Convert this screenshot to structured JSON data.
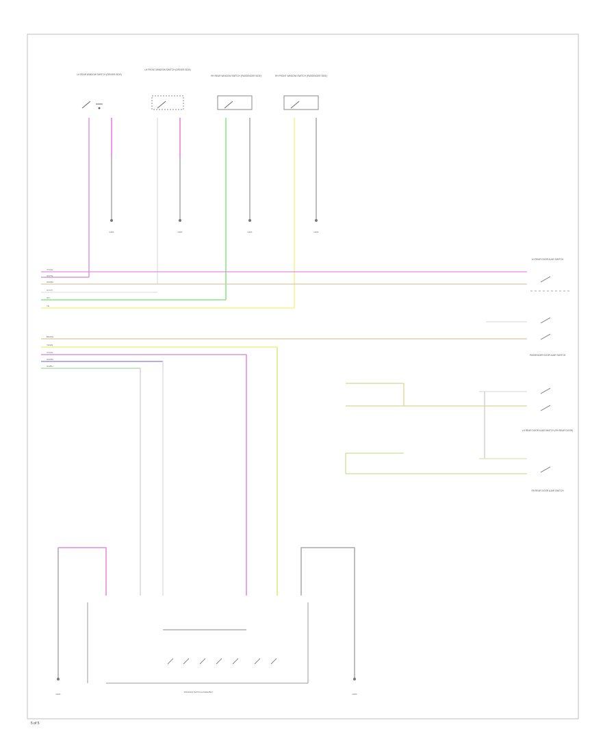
{
  "diagram": {
    "footer_code": "5 of 5",
    "top_switches": [
      {
        "label": "LH REAR WINDOW SWITCH (DRIVER SIDE)",
        "ground": "G301"
      },
      {
        "label": "LH FRONT WINDOW SWITCH (DRIVER SIDE)",
        "ground": "G201"
      },
      {
        "label": "RH REAR WINDOW SWITCH (PASSENGER SIDE)",
        "ground": "G401"
      },
      {
        "label": "RH FRONT WINDOW SWITCH (PASSENGER SIDE)",
        "ground": "G402"
      }
    ],
    "harness_top": [
      "VT/GN",
      "GN/YE",
      "WH/BU",
      "GY/VT",
      "GN",
      "YE"
    ],
    "harness_mid": [
      "BN/WH",
      "YE/GN",
      "VT/GN",
      "WH/BU",
      "GN/BU"
    ],
    "right_components": [
      {
        "label": "LH REAR DOOR AJAR SWITCH"
      },
      {
        "label": "PASSENGER DOOR AJAR SWITCH"
      },
      {
        "label": "LH REAR DOOR AJAR SWITCH (RH REAR DOOR)"
      },
      {
        "label": "RH REAR DOOR AJAR SWITCH"
      }
    ],
    "bottom_module": {
      "label": "WINDOW SWITCH ASSEMBLY"
    },
    "bottom_ground": {
      "label": "G201"
    },
    "bottom_right_ground": {
      "label": "G202"
    }
  }
}
